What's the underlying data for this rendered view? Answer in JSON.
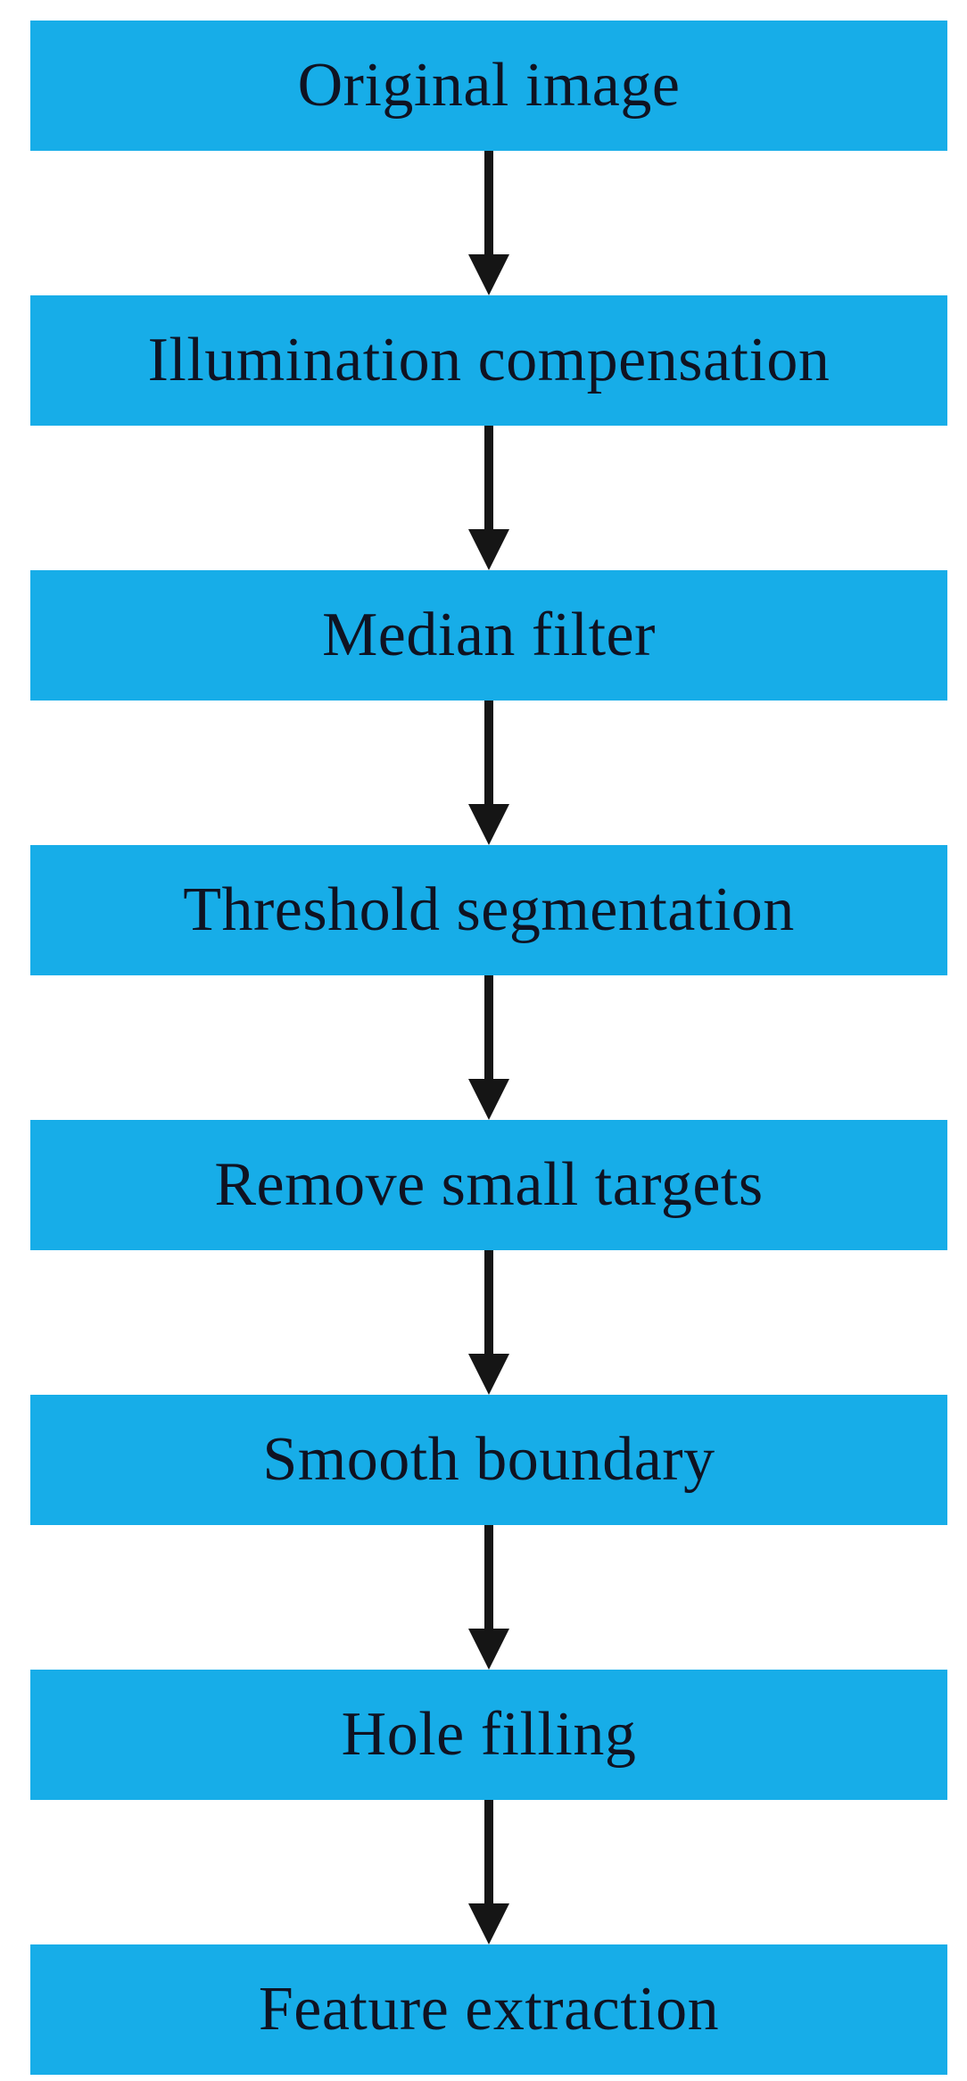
{
  "diagram": {
    "type": "flowchart",
    "direction": "top-to-bottom",
    "connector": "arrow-down",
    "connector_count": 7
  },
  "steps": [
    {
      "label": "Original image"
    },
    {
      "label": "Illumination compensation"
    },
    {
      "label": "Median filter"
    },
    {
      "label": "Threshold segmentation"
    },
    {
      "label": "Remove small targets"
    },
    {
      "label": "Smooth boundary"
    },
    {
      "label": "Hole filling"
    },
    {
      "label": "Feature extraction"
    }
  ],
  "colors": {
    "box_fill": "#17ADE8",
    "text": "#0f1322",
    "arrow": "#151515",
    "background": "#ffffff"
  }
}
